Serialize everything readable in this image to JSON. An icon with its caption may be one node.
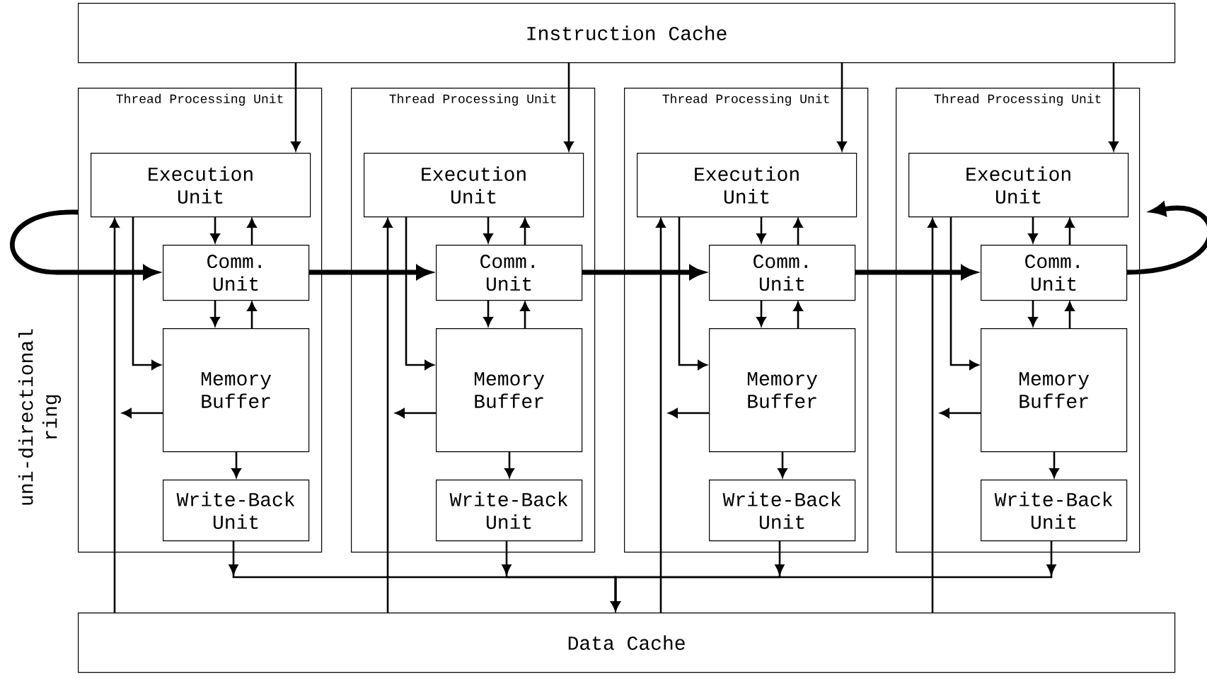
{
  "diagram": {
    "nodes": [
      {
        "text": [
          "Instruction Cache"
        ]
      },
      {
        "text": [
          "Data Cache"
        ]
      },
      {
        "text": [
          "Thread Processing Unit"
        ]
      },
      {
        "text": [
          "Execution Unit"
        ],
        "in": 2
      },
      {
        "text": [
          "Comm. Unit"
        ],
        "in": 2
      },
      {
        "text": [
          "Memory Buffer"
        ],
        "in": 2
      },
      {
        "text": [
          "Write-Back Unit"
        ],
        "in": 2
      },
      {
        "text": [
          "Thread Processing Unit"
        ]
      },
      {
        "text": [
          "Execution Unit"
        ],
        "in": 7
      },
      {
        "text": [
          "Comm. Unit"
        ],
        "in": 7
      },
      {
        "text": [
          "Memory Buffer"
        ],
        "in": 7
      },
      {
        "text": [
          "Write-Back Unit"
        ],
        "in": 7
      },
      {
        "text": [
          "Thread Processing Unit"
        ]
      },
      {
        "text": [
          "Execution Unit"
        ],
        "in": 12
      },
      {
        "text": [
          "Comm. Unit"
        ],
        "in": 12
      },
      {
        "text": [
          "Memory Buffer"
        ],
        "in": 12
      },
      {
        "text": [
          "Write-Back Unit"
        ],
        "in": 12
      },
      {
        "text": [
          "Thread Processing Unit"
        ]
      },
      {
        "text": [
          "Execution Unit"
        ],
        "in": 17
      },
      {
        "text": [
          "Comm. Unit"
        ],
        "in": 17
      },
      {
        "text": [
          "Memory Buffer"
        ],
        "in": 17
      },
      {
        "text": [
          "Write-Back Unit"
        ],
        "in": 17
      }
    ],
    "edges": [
      {
        "from": 0,
        "to": 3,
        "arrow": "to"
      },
      {
        "from": 3,
        "to": 4,
        "arrow": "to"
      },
      {
        "from": 4,
        "to": 3,
        "arrow": "to"
      },
      {
        "from": 4,
        "to": 5,
        "arrow": "to"
      },
      {
        "from": 5,
        "to": 4,
        "arrow": "to"
      },
      {
        "from": 3,
        "to": 5,
        "arrow": "to"
      },
      {
        "from": 5,
        "to": null,
        "arrow": "to"
      },
      {
        "from": 5,
        "to": 6,
        "arrow": "to"
      },
      {
        "from": 1,
        "to": 3,
        "arrow": "to"
      },
      {
        "from": 6,
        "to": 1,
        "arrow": "to"
      },
      {
        "from": 0,
        "to": 8,
        "arrow": "to"
      },
      {
        "from": 8,
        "to": 9,
        "arrow": "to"
      },
      {
        "from": 9,
        "to": 8,
        "arrow": "to"
      },
      {
        "from": 9,
        "to": 10,
        "arrow": "to"
      },
      {
        "from": 10,
        "to": 9,
        "arrow": "to"
      },
      {
        "from": 8,
        "to": 10,
        "arrow": "to"
      },
      {
        "from": 10,
        "to": null,
        "arrow": "to"
      },
      {
        "from": 10,
        "to": 11,
        "arrow": "to"
      },
      {
        "from": 1,
        "to": 8,
        "arrow": "to"
      },
      {
        "from": 11,
        "to": 1,
        "arrow": "to"
      },
      {
        "from": 0,
        "to": 13,
        "arrow": "to"
      },
      {
        "from": 13,
        "to": 14,
        "arrow": "to"
      },
      {
        "from": 14,
        "to": 13,
        "arrow": "to"
      },
      {
        "from": 14,
        "to": 15,
        "arrow": "to"
      },
      {
        "from": 15,
        "to": 14,
        "arrow": "to"
      },
      {
        "from": 13,
        "to": 15,
        "arrow": "to"
      },
      {
        "from": 15,
        "to": null,
        "arrow": "to"
      },
      {
        "from": 15,
        "to": 16,
        "arrow": "to"
      },
      {
        "from": 1,
        "to": 13,
        "arrow": "to"
      },
      {
        "from": 16,
        "to": 1,
        "arrow": "to"
      },
      {
        "from": 0,
        "to": 18,
        "arrow": "to"
      },
      {
        "from": 18,
        "to": 19,
        "arrow": "to"
      },
      {
        "from": 19,
        "to": 18,
        "arrow": "to"
      },
      {
        "from": 19,
        "to": 20,
        "arrow": "to"
      },
      {
        "from": 20,
        "to": 19,
        "arrow": "to"
      },
      {
        "from": 18,
        "to": 20,
        "arrow": "to"
      },
      {
        "from": 20,
        "to": null,
        "arrow": "to"
      },
      {
        "from": 20,
        "to": 21,
        "arrow": "to"
      },
      {
        "from": 1,
        "to": 18,
        "arrow": "to"
      },
      {
        "from": 21,
        "to": 1,
        "arrow": "to"
      },
      {
        "from": null,
        "to": 4,
        "arrow": "to",
        "style": "thick"
      },
      {
        "from": 4,
        "to": 9,
        "arrow": "to",
        "style": "thick"
      },
      {
        "from": 9,
        "to": 14,
        "arrow": "to",
        "style": "thick"
      },
      {
        "from": 14,
        "to": 19,
        "arrow": "to",
        "style": "thick"
      },
      {
        "from": 19,
        "to": null,
        "arrow": "to",
        "style": "thick"
      }
    ],
    "labels": [
      "uni-directional ring"
    ]
  }
}
